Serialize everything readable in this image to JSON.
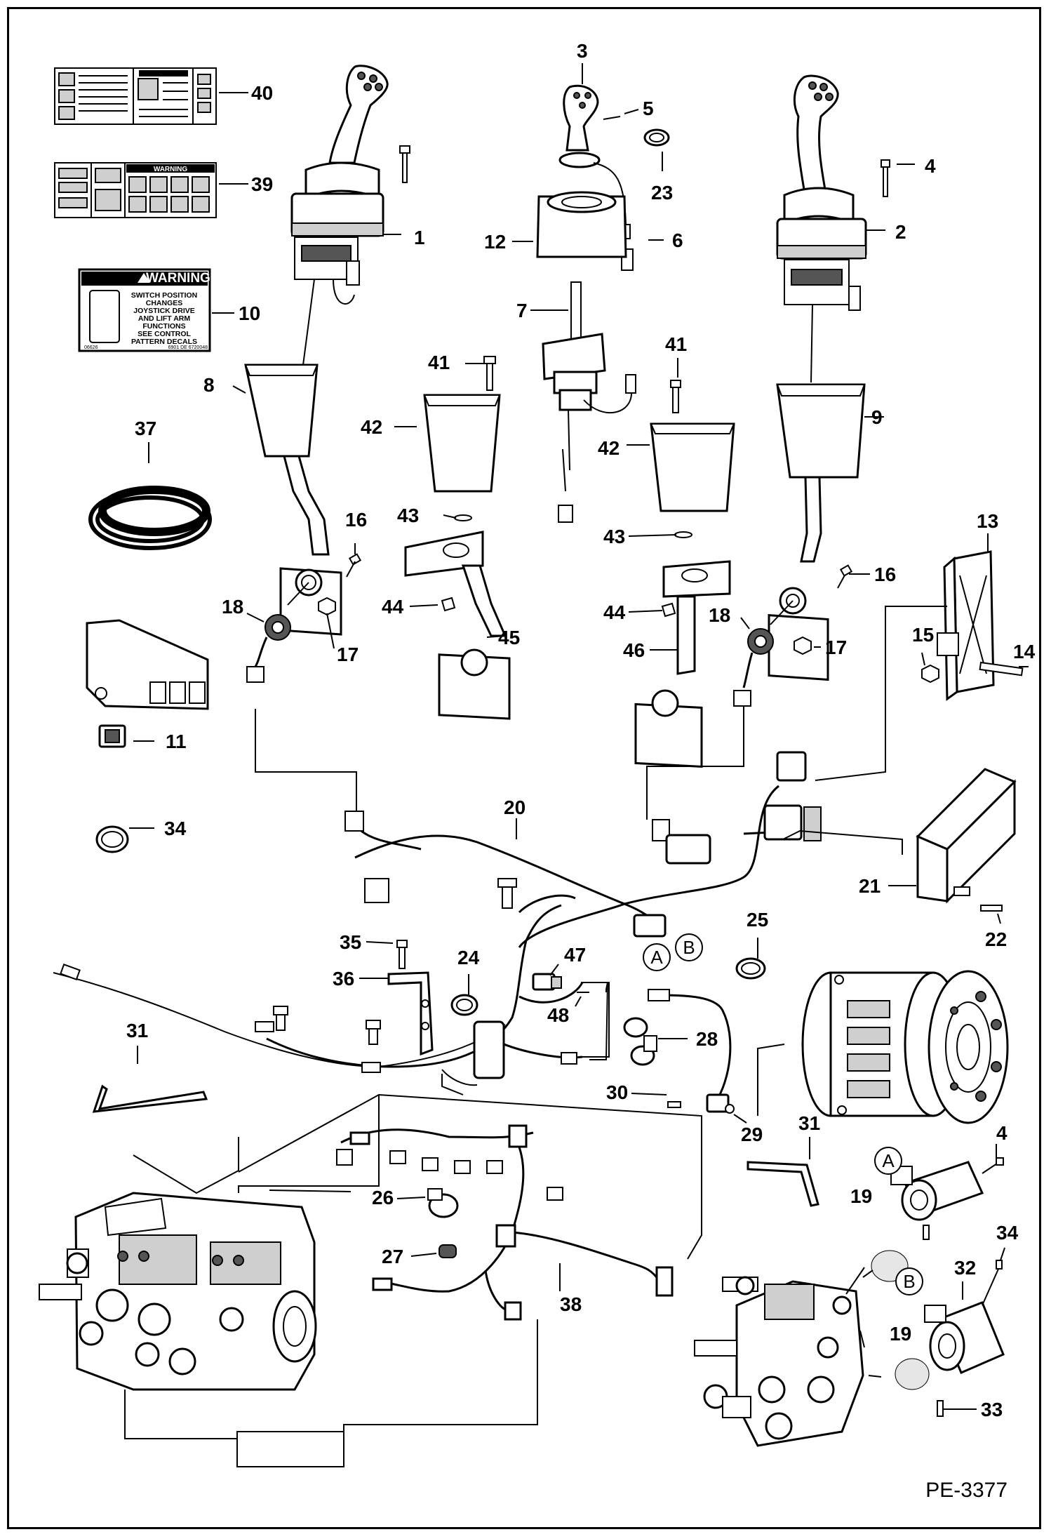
{
  "callouts": [
    {
      "label": "1"
    },
    {
      "label": "2"
    },
    {
      "label": "3"
    },
    {
      "label": "4"
    },
    {
      "label": "4"
    },
    {
      "label": "5"
    },
    {
      "label": "6"
    },
    {
      "label": "7"
    },
    {
      "label": "8"
    },
    {
      "label": "9"
    },
    {
      "label": "10"
    },
    {
      "label": "11"
    },
    {
      "label": "12"
    },
    {
      "label": "13"
    },
    {
      "label": "14"
    },
    {
      "label": "15"
    },
    {
      "label": "16"
    },
    {
      "label": "16"
    },
    {
      "label": "17"
    },
    {
      "label": "17"
    },
    {
      "label": "18"
    },
    {
      "label": "18"
    },
    {
      "label": "19"
    },
    {
      "label": "19"
    },
    {
      "label": "20"
    },
    {
      "label": "21"
    },
    {
      "label": "22"
    },
    {
      "label": "23"
    },
    {
      "label": "24"
    },
    {
      "label": "25"
    },
    {
      "label": "26"
    },
    {
      "label": "27"
    },
    {
      "label": "28"
    },
    {
      "label": "29"
    },
    {
      "label": "30"
    },
    {
      "label": "31"
    },
    {
      "label": "31"
    },
    {
      "label": "32"
    },
    {
      "label": "33"
    },
    {
      "label": "34"
    },
    {
      "label": "34"
    },
    {
      "label": "35"
    },
    {
      "label": "36"
    },
    {
      "label": "37"
    },
    {
      "label": "38"
    },
    {
      "label": "39"
    },
    {
      "label": "40"
    },
    {
      "label": "41"
    },
    {
      "label": "41"
    },
    {
      "label": "42"
    },
    {
      "label": "42"
    },
    {
      "label": "43"
    },
    {
      "label": "43"
    },
    {
      "label": "44"
    },
    {
      "label": "44"
    },
    {
      "label": "45"
    },
    {
      "label": "46"
    },
    {
      "label": "47"
    },
    {
      "label": "48"
    }
  ],
  "connection_markers": [
    {
      "label": "A"
    },
    {
      "label": "B"
    },
    {
      "label": "A"
    },
    {
      "label": "B"
    }
  ],
  "warning_decal": {
    "heading": "WARNING",
    "lines": [
      "SWITCH POSITION",
      "CHANGES",
      "JOYSTICK DRIVE",
      "AND LIFT ARM",
      "FUNCTIONS",
      "SEE CONTROL",
      "PATTERN DECALS"
    ],
    "footer_left": "06626",
    "footer_right": "6901 DE 6720048"
  },
  "decal_39": {
    "heading": "WARNING"
  },
  "drawing_id": "PE-3377",
  "icons": [
    "warning-triangle-icon"
  ]
}
